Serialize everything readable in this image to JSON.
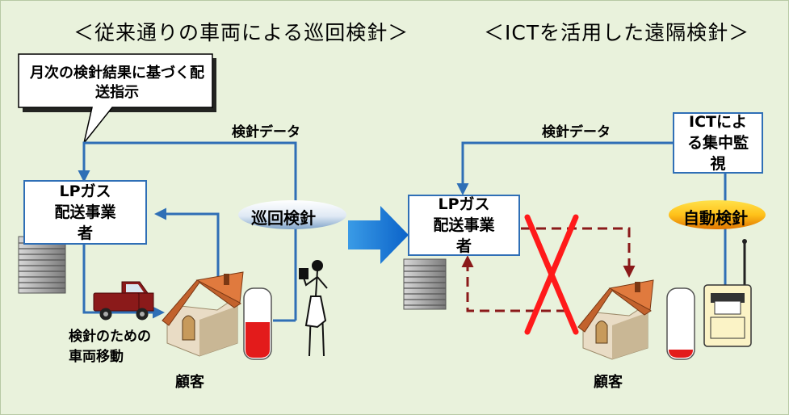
{
  "left": {
    "title": "＜従来通りの車両による巡回検針＞",
    "callout": "月次の検針結果に基づく配送指示",
    "data_label": "検針データ",
    "dealer": "LPガス配送事業者",
    "patrol": "巡回検針",
    "move": "検針のための車両移動",
    "customer": "顧客"
  },
  "right": {
    "title": "＜ICTを活用した遠隔検針＞",
    "data_label": "検針データ",
    "monitor": "ICTによる集中監視",
    "dealer": "LPガス配送事業者",
    "auto": "自動検針",
    "customer": "顧客"
  },
  "colors": {
    "background": "#e9f2dc",
    "line_blue": "#2f6fb6",
    "dash_red": "#8b1a1a",
    "cross_red": "#ff1a1a",
    "gauge_red": "#e31b1b"
  }
}
